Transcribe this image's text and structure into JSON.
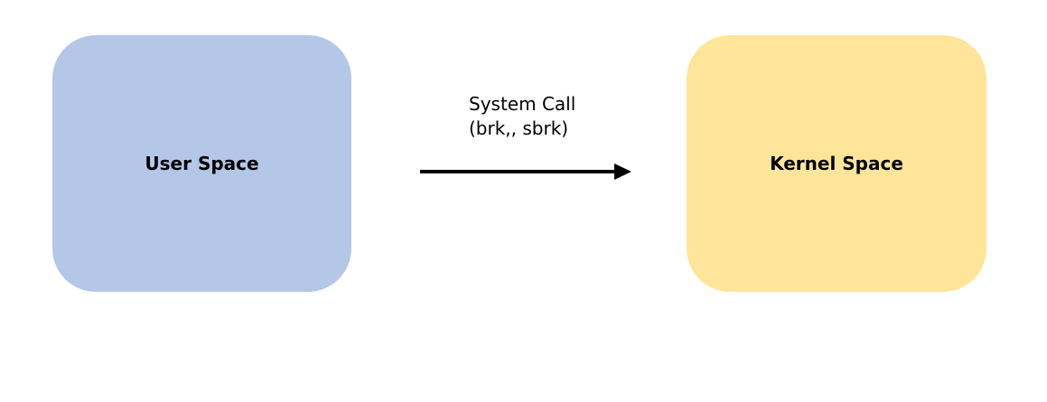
{
  "user_space": {
    "label": "User Space",
    "color": "#b4c7e7"
  },
  "kernel_space": {
    "label": "Kernel Space",
    "color": "#fee599"
  },
  "connection": {
    "line1": "System Call",
    "line2": "(brk,, sbrk)",
    "direction": "right"
  }
}
